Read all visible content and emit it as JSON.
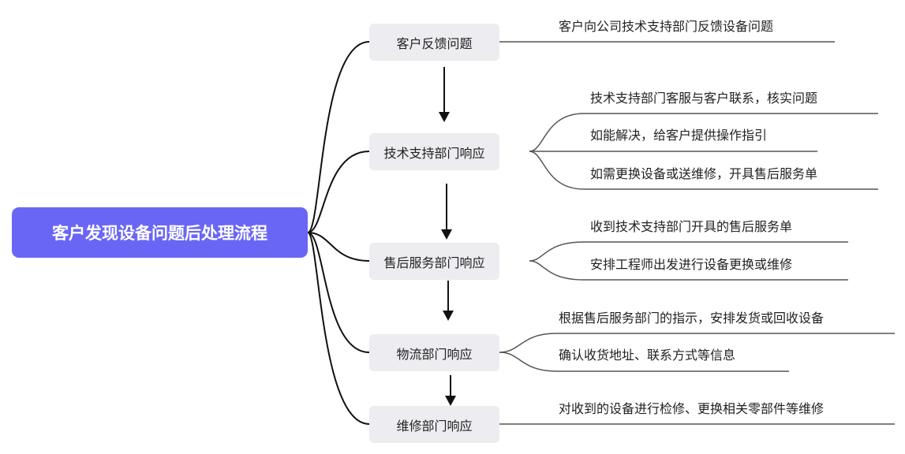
{
  "root": {
    "title": "客户发现设备问题后处理流程"
  },
  "steps": [
    {
      "label": "客户反馈问题",
      "details": [
        "客户向公司技术支持部门反馈设备问题"
      ]
    },
    {
      "label": "技术支持部门响应",
      "details": [
        "技术支持部门客服与客户联系，核实问题",
        "如能解决，给客户提供操作指引",
        "如需更换设备或送维修，开具售后服务单"
      ]
    },
    {
      "label": "售后服务部门响应",
      "details": [
        "收到技术支持部门开具的售后服务单",
        "安排工程师出发进行设备更换或维修"
      ]
    },
    {
      "label": "物流部门响应",
      "details": [
        "根据售后服务部门的指示，安排发货或回收设备",
        "确认收货地址、联系方式等信息"
      ]
    },
    {
      "label": "维修部门响应",
      "details": [
        "对收到的设备进行检修、更换相关零部件等维修"
      ]
    }
  ],
  "colors": {
    "root": "#6a66f5",
    "node": "#ececf1",
    "line": "#555555",
    "arrow": "#111111"
  }
}
